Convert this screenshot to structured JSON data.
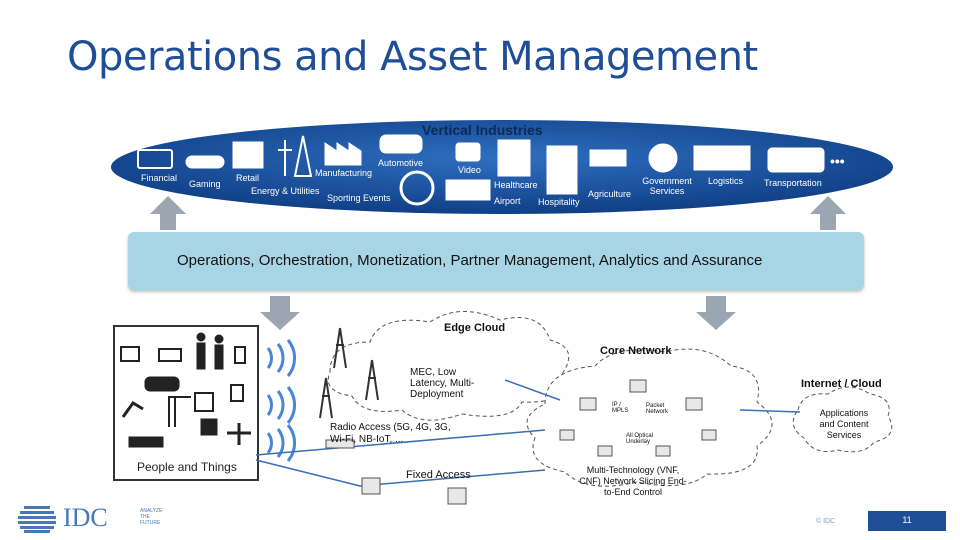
{
  "title": "Operations and Asset Management",
  "vertical_industries": {
    "heading": "Vertical Industries",
    "items": [
      "Financial",
      "Gaming",
      "Retail",
      "Energy & Utilities",
      "Manufacturing",
      "Automotive",
      "Sporting Events",
      "Video",
      "Airport",
      "Healthcare",
      "Hospitality",
      "Agriculture",
      "Government Services",
      "Logistics",
      "Transportation"
    ],
    "ellipsis": "•••"
  },
  "operations_bar": "Operations, Orchestration, Monetization, Partner Management, Analytics and Assurance",
  "people_and_things": "People and Things",
  "edge_cloud": {
    "heading": "Edge Cloud",
    "mec": "MEC, Low Latency, Multi-Deployment"
  },
  "radio_access": "Radio Access (5G, 4G, 3G, Wi-Fi, NB-IoT, ...",
  "fixed_access": "Fixed Access",
  "core_network": {
    "heading": "Core Network",
    "ip_mpls": "IP / MPLS",
    "packet_network": "Packet Network",
    "optical": "All Optical Underlay",
    "caption": "Multi-Technology (VNF, CNF) Network Slicing End-to-End Control"
  },
  "internet_cloud": {
    "heading": "Internet / Cloud",
    "body": "Applications and Content Services"
  },
  "footer": {
    "logo": "IDC",
    "tagline": "ANALYZE THE FUTURE",
    "copyright": "© IDC",
    "page": "11"
  },
  "colors": {
    "title": "#1f4e96",
    "oval": "#1a4e9c",
    "ops_bar": "#a8d5e6",
    "arrow": "#9aa6b2",
    "footer_bar": "#1f4e96"
  }
}
